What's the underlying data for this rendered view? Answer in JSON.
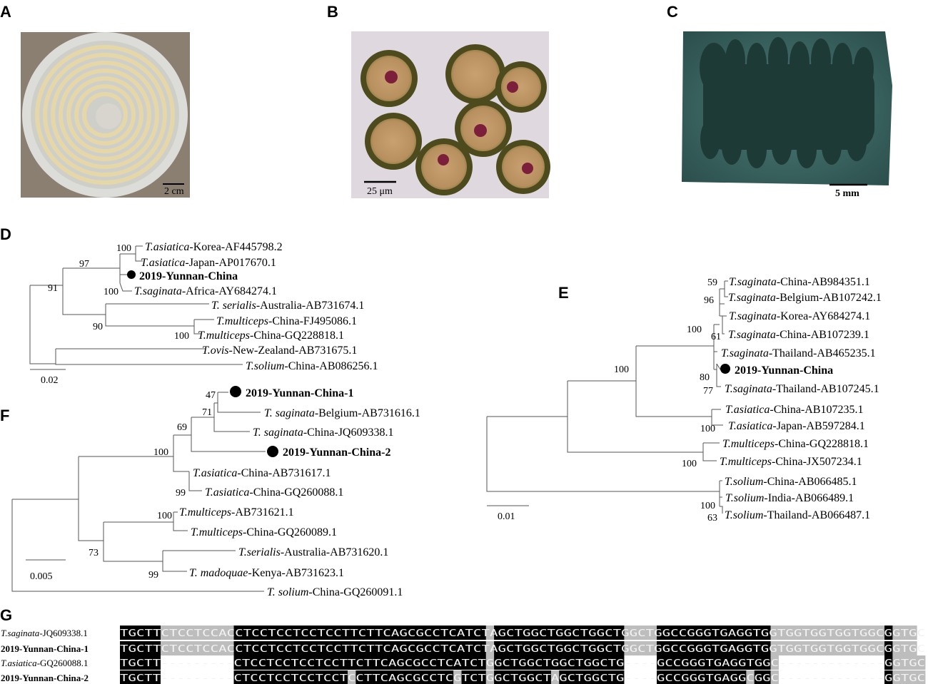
{
  "panels": {
    "A": {
      "letter": "A",
      "scale": "2 cm"
    },
    "B": {
      "letter": "B",
      "scale": "25 μm"
    },
    "C": {
      "letter": "C",
      "scale": "5 mm"
    },
    "D": {
      "letter": "D",
      "scale": "0.02",
      "taxa": [
        {
          "sp": "T.asiatica",
          "rest": "-Korea-AF445798.2"
        },
        {
          "sp": "T.asiatica",
          "rest": "-Japan-AP017670.1"
        },
        {
          "sp": "",
          "rest": "2019-Yunnan-China",
          "bold": true
        },
        {
          "sp": "T.saginata",
          "rest": "-Africa-AY684274.1"
        },
        {
          "sp": "T. serialis",
          "rest": "-Australia-AB731674.1"
        },
        {
          "sp": "T.multiceps",
          "rest": "-China-FJ495086.1"
        },
        {
          "sp": "T.multiceps",
          "rest": "-China-GQ228818.1"
        },
        {
          "sp": "T.ovis",
          "rest": "-New-Zealand-AB731675.1"
        },
        {
          "sp": "T.solium",
          "rest": "-China-AB086256.1"
        }
      ],
      "bootstrap": [
        "100",
        "97",
        "100",
        "91",
        "90",
        "100"
      ]
    },
    "E": {
      "letter": "E",
      "scale": "0.01",
      "taxa": [
        {
          "sp": "T.saginata",
          "rest": "-China-AB984351.1"
        },
        {
          "sp": "T.saginata",
          "rest": "-Belgium-AB107242.1"
        },
        {
          "sp": "T.saginata",
          "rest": "-Korea-AY684274.1"
        },
        {
          "sp": "T.saginata",
          "rest": "-China-AB107239.1"
        },
        {
          "sp": "T.saginata",
          "rest": "-Thailand-AB465235.1"
        },
        {
          "sp": "",
          "rest": "2019-Yunnan-China",
          "bold": true
        },
        {
          "sp": "T.saginata",
          "rest": "-Thailand-AB107245.1"
        },
        {
          "sp": "T.asiatica",
          "rest": "-China-AB107235.1"
        },
        {
          "sp": "T.asiatica",
          "rest": "-Japan-AB597284.1"
        },
        {
          "sp": "T.multiceps",
          "rest": "-China-GQ228818.1"
        },
        {
          "sp": "T.multiceps",
          "rest": "-China-JX507234.1"
        },
        {
          "sp": "T.solium",
          "rest": "-China-AB066485.1"
        },
        {
          "sp": "T.solium",
          "rest": "-India-AB066489.1"
        },
        {
          "sp": "T.solium",
          "rest": "-Thailand-AB066487.1"
        }
      ],
      "bootstrap": [
        "59",
        "96",
        "100",
        "61",
        "80",
        "77",
        "100",
        "100",
        "100",
        "100",
        "63"
      ]
    },
    "F": {
      "letter": "F",
      "scale": "0.005",
      "taxa": [
        {
          "sp": "",
          "rest": "2019-Yunnan-China-1",
          "bold": true
        },
        {
          "sp": "T. saginata",
          "rest": "-Belgium-AB731616.1"
        },
        {
          "sp": "T. saginata",
          "rest": "-China-JQ609338.1"
        },
        {
          "sp": "",
          "rest": "2019-Yunnan-China-2",
          "bold": true
        },
        {
          "sp": "T.asiatica",
          "rest": "-China-AB731617.1"
        },
        {
          "sp": "T.asiatica",
          "rest": "-China-GQ260088.1"
        },
        {
          "sp": "T.multiceps",
          "rest": "-AB731621.1"
        },
        {
          "sp": "T.multiceps",
          "rest": "-China-GQ260089.1"
        },
        {
          "sp": "T.serialis",
          "rest": "-Australia-AB731620.1"
        },
        {
          "sp": "T. madoquae",
          "rest": "-Kenya-AB731623.1"
        },
        {
          "sp": "T. solium",
          "rest": "-China-GQ260091.1"
        }
      ],
      "bootstrap": [
        "47",
        "71",
        "69",
        "100",
        "99",
        "100",
        "73",
        "99"
      ]
    },
    "G": {
      "letter": "G",
      "rows": [
        {
          "sp": "T.saginata",
          "rest": "-JQ609338.1",
          "seq": "TGCTTCTCCTCCACCTCCTCCTCCTCCTTCTTCAGCGCCTCATCTAGCTGGCTGGCTGGCTGGCTGGCCGGGTGAGGTGGTGGTGGTGGTGGCGGTGC"
        },
        {
          "sp": "",
          "rest": "2019-Yunnan-China-1",
          "bold": true,
          "seq": "TGCTTCTCCTCCACCTCCTCCTCCTCCTTCTTCAGCGCCTCATCTAGCTGGCTGGCTGGCTGGCTGGCCGGGTGAGGTGGTGGTGGTGGTGGCGGTGC"
        },
        {
          "sp": "T.asiatica",
          "rest": "-GQ260088.1",
          "seq": "TGCTT---------CTCCTCCTCCTCCTTCTTCAGCGCCTCATCTGGCTGGCTGGCTGGCTG----GCCGGGTGAGGTGGC-------------GGTGC"
        },
        {
          "sp": "",
          "rest": "2019-Yunnan-China-2",
          "bold": true,
          "seq": "TGCTT---------CTCCTCCTCCTCCTCCTTCAGCGCCTCGTCTGGCTGGCTAGCTGGCTG----GCCGGGTGAGGCGGC-------------GGTGC"
        }
      ]
    }
  }
}
